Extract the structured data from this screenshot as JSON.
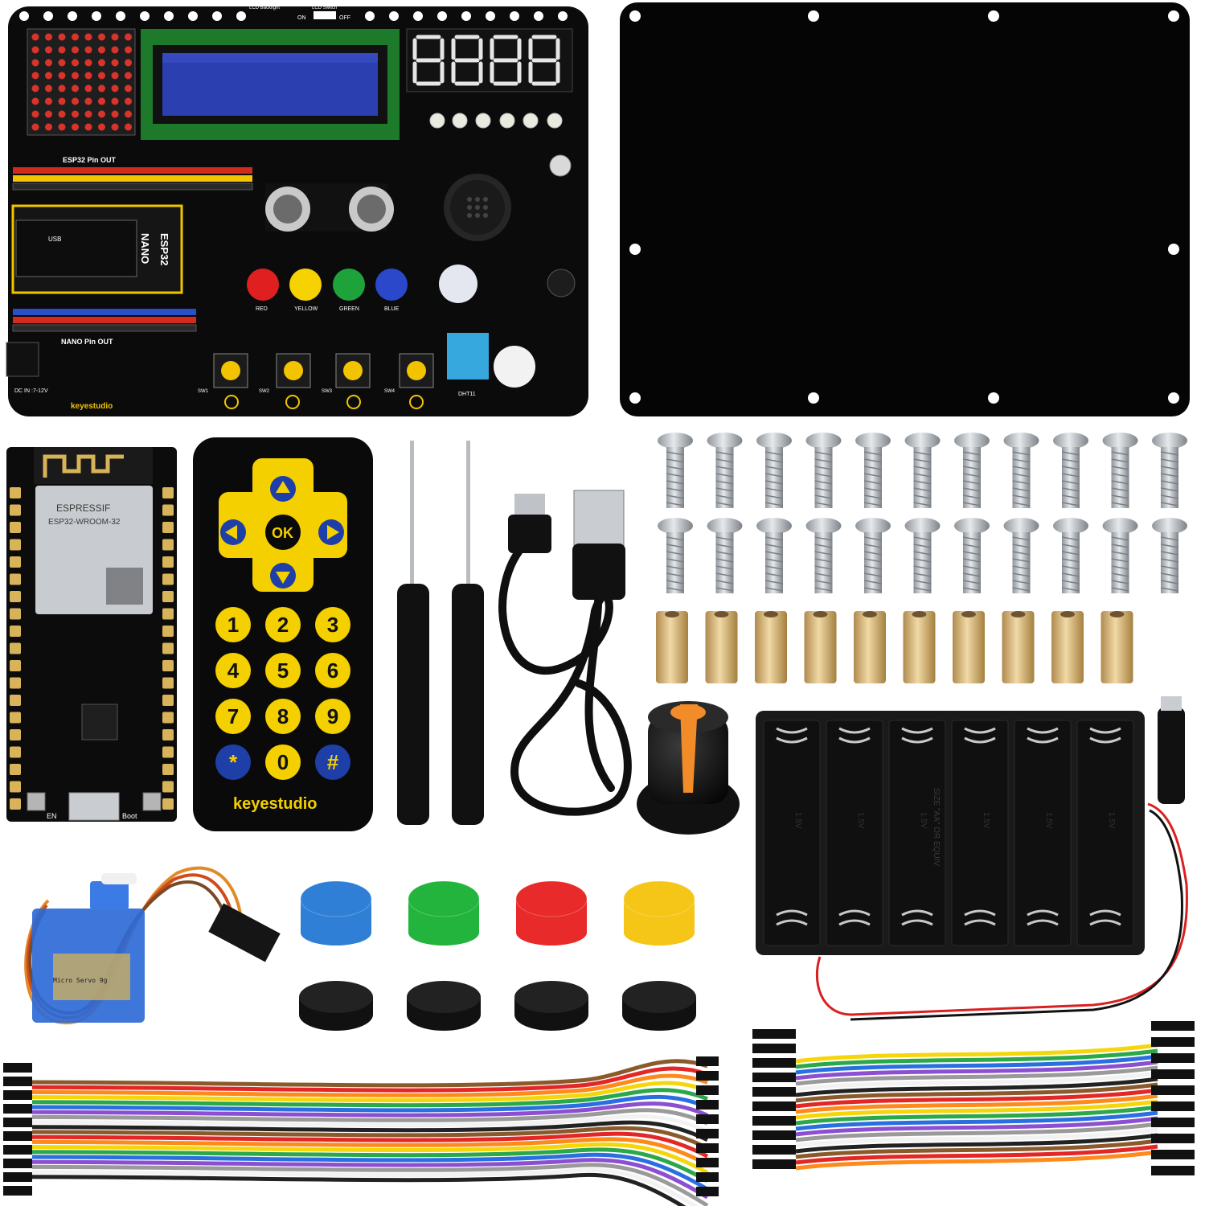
{
  "board": {
    "lcd_backlight": "LCD Backlight",
    "lcd_switch": "LCD Switch",
    "on": "ON",
    "off": "OFF",
    "esp32_pinout": "ESP32 Pin OUT",
    "nano_pinout": "NANO Pin OUT",
    "nano": "NANO",
    "esp32": "ESP32",
    "usb": "USB",
    "dc_in": "DC IN :7-12V",
    "brand": "keyestudio",
    "led_labels": [
      "RED",
      "YELLOW",
      "GREEN",
      "BLUE"
    ],
    "switch_labels": [
      "SW1",
      "SW2",
      "SW3",
      "SW4"
    ],
    "dht": "DHT11",
    "segment_text": "8.8.8.8.",
    "colors": {
      "pcb": "#0b0b0b",
      "header_red": "#d42a1e",
      "header_yellow": "#f2c400",
      "header_blue": "#2a50c8",
      "lcd": "#2c3fb0"
    }
  },
  "esp32_module": {
    "brand": "ESPRESSIF",
    "model": "ESP32-WROOM-32",
    "en": "EN",
    "boot": "Boot"
  },
  "remote": {
    "ok": "OK",
    "keys": [
      "1",
      "2",
      "3",
      "4",
      "5",
      "6",
      "7",
      "8",
      "9",
      "*",
      "0",
      "#"
    ],
    "brand": "keyestudio"
  },
  "servo": {
    "label": "Micro Servo 9g"
  },
  "battery_holder": {
    "marking": "SIZE \"AA\" OR EQUIV",
    "cell_label": "1.5V"
  },
  "cap_colors": [
    "#2f7fd6",
    "#22b43c",
    "#e82a2a",
    "#f5c518"
  ],
  "wire_colors": [
    "#8b5a2b",
    "#e32626",
    "#ff8a1c",
    "#f5d60a",
    "#2ba84a",
    "#2a6fe0",
    "#8d4fd1",
    "#9a9a9a",
    "#f2f2f2",
    "#222222"
  ]
}
